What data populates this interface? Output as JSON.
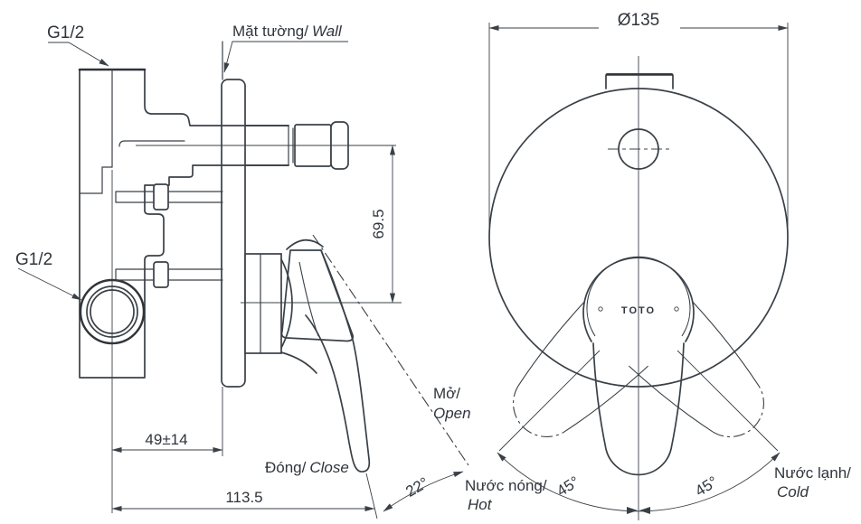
{
  "colors": {
    "line": "#3a4047",
    "text": "#2f353c",
    "background": "#ffffff"
  },
  "side_view": {
    "name": "side-section-view",
    "labels": {
      "thread_top": "G1/2",
      "thread_side": "G1/2",
      "wall_vi": "Mặt tường/",
      "wall_en": "Wall",
      "open_vi": "Mở/",
      "open_en": "Open",
      "close_vi": "Đóng/",
      "close_en": "Close"
    },
    "dimensions": {
      "handle_center_height": "69.5",
      "wall_to_center": "49±14",
      "overall_depth": "113.5",
      "open_angle": "22°"
    }
  },
  "front_view": {
    "name": "front-view",
    "labels": {
      "hot_vi": "Nước nóng/",
      "hot_en": "Hot",
      "cold_vi": "Nước lạnh/",
      "cold_en": "Cold",
      "brand": "TOTO"
    },
    "dimensions": {
      "plate_diameter": "Ø135",
      "hot_swing_angle": "45°",
      "cold_swing_angle": "45°"
    }
  }
}
